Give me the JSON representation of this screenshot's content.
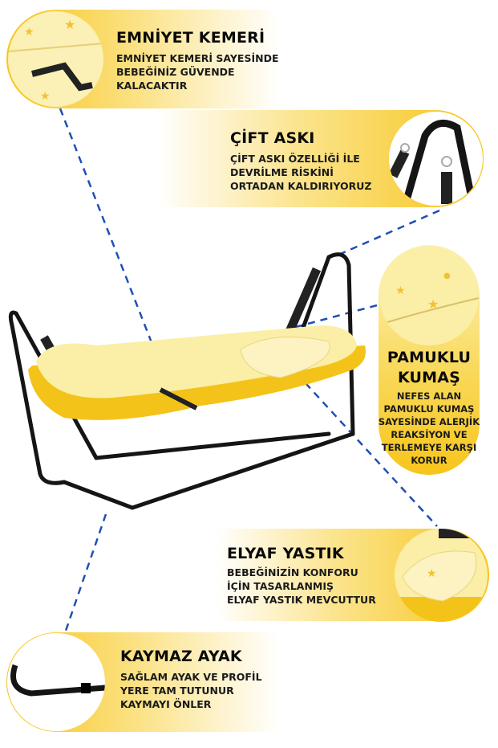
{
  "features": [
    {
      "title": "EMNİYET KEMERİ",
      "lines": [
        "EMNİYET KEMERİ SAYESİNDE",
        "BEBEĞİNİZ GÜVENDE",
        "KALACAKTIR"
      ]
    },
    {
      "title": "ÇİFT ASKI",
      "lines": [
        "ÇİFT ASKI ÖZELLİĞİ İLE",
        "DEVRİLME RİSKİNİ",
        "ORTADAN KALDIRIYORUZ"
      ]
    },
    {
      "title_lines": [
        "PAMUKLU",
        "KUMAŞ"
      ],
      "lines": [
        "NEFES ALAN",
        "PAMUKLU KUMAŞ",
        "SAYESİNDE ALERJİK",
        "REAKSİYON VE",
        "TERLEMEYE KARŞI",
        "KORUR"
      ]
    },
    {
      "title": "ELYAF YASTIK",
      "lines": [
        "BEBEĞİNİZİN KONFORU",
        "İÇİN TASARLANMIŞ",
        "ELYAF YASTIK MEVCUTTUR"
      ]
    },
    {
      "title": "KAYMAZ AYAK",
      "lines": [
        "SAĞLAM AYAK VE PROFİL",
        "YERE TAM TUTUNUR",
        "KAYMAYI ÖNLER"
      ]
    }
  ],
  "colors": {
    "accent": "#f5c518",
    "fabric": "#fbeea6",
    "frame": "#151515",
    "dash": "#1f4fb5"
  }
}
